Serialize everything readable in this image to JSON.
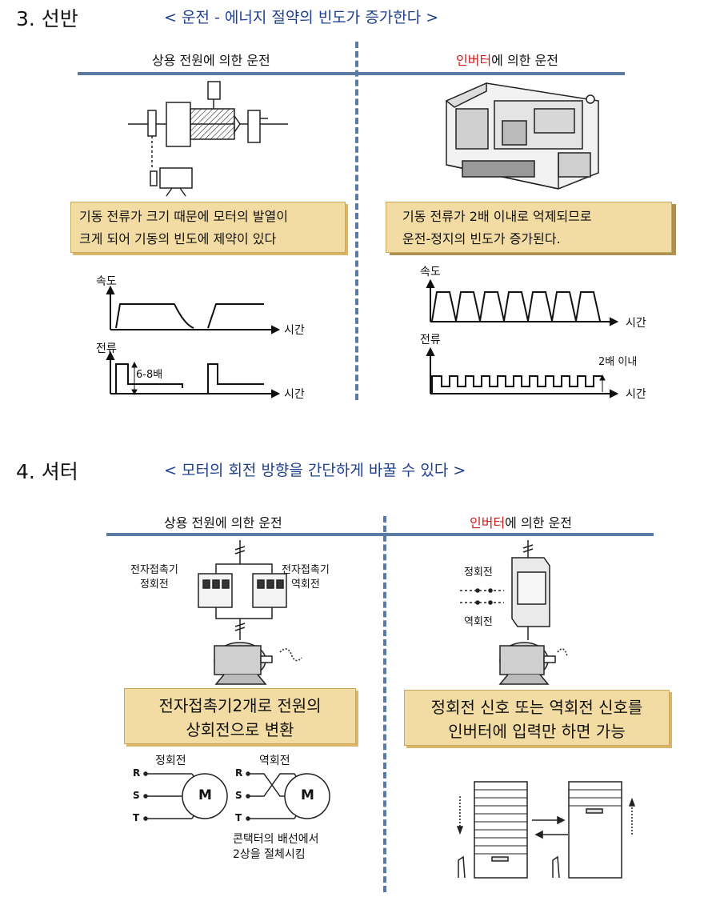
{
  "section3": {
    "heading": "3. 선반",
    "subtitle": "< 운전 - 에너지 절약의 빈도가 증가한다 >",
    "left_label": "상용 전원에 의한 운전",
    "right_label_red": "인버터",
    "right_label_rest": "에 의한 운전",
    "left_note_line1": "기동 전류가 크기 때문에 모터의 발열이",
    "left_note_line2": "크게 되어 기동의 빈도에 제약이 있다",
    "right_note_line1": "기동 전류가 2배 이내로 억제되므로",
    "right_note_line2": "운전-정지의 빈도가 증가된다.",
    "speed_label": "속도",
    "current_label": "전류",
    "time_label": "시간",
    "multiplier_label": "6-8배",
    "within_label": "2배 이내"
  },
  "section4": {
    "heading": "4. 셔터",
    "subtitle": "< 모터의 회전 방향을 간단하게 바꿀 수 있다 >",
    "left_label": "상용 전원에 의한 운전",
    "right_label_red": "인버터",
    "right_label_rest": "에 의한 운전",
    "contactor_left_line1": "전자접촉기",
    "contactor_left_line2": "정회전",
    "contactor_right_line1": "전자접촉기",
    "contactor_right_line2": "역회전",
    "forward": "정회전",
    "reverse": "역회전",
    "left_note_line1": "전자접촉기2개로 전원의",
    "left_note_line2": "상회전으로 변환",
    "right_note_line1": "정회전 신호 또는 역회전 신호를",
    "right_note_line2": "인버터에 입력만 하면 가능",
    "wiring_forward": "정회전",
    "wiring_reverse": "역회전",
    "phase_r": "R",
    "phase_s": "S",
    "phase_t": "T",
    "motor_m": "M",
    "wiring_note_line1": "콘택터의 배선에서",
    "wiring_note_line2": "2상을 절체시킴"
  }
}
